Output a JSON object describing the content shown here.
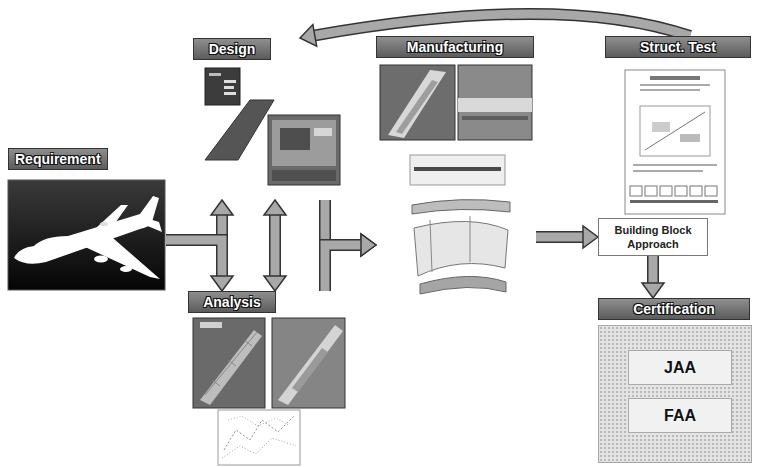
{
  "diagram": {
    "nodes": [
      {
        "text": [
          "Requirement"
        ]
      },
      {
        "text": [
          "Design"
        ]
      },
      {
        "text": [
          "Analysis"
        ]
      },
      {
        "text": [
          "Manufacturing"
        ]
      },
      {
        "text": [
          "Struct. Test"
        ]
      },
      {
        "text": [
          "Building Block Approach"
        ]
      },
      {
        "text": [
          "Certification"
        ]
      },
      {
        "text": [
          "JAA"
        ],
        "in": 6
      },
      {
        "text": [
          "FAA"
        ],
        "in": 6
      }
    ],
    "edges": [
      {
        "from": 0,
        "to": 1,
        "arrow": "to"
      },
      {
        "from": 0,
        "to": 2,
        "arrow": "to"
      },
      {
        "from": 1,
        "to": 2,
        "arrow": "both"
      },
      {
        "from": 1,
        "to": 3,
        "arrow": "to"
      },
      {
        "from": 2,
        "to": 3,
        "arrow": "to"
      },
      {
        "from": 3,
        "to": 5,
        "arrow": "to"
      },
      {
        "from": 5,
        "to": 6,
        "arrow": "to"
      },
      {
        "from": 4,
        "to": 1,
        "arrow": "to"
      }
    ]
  }
}
